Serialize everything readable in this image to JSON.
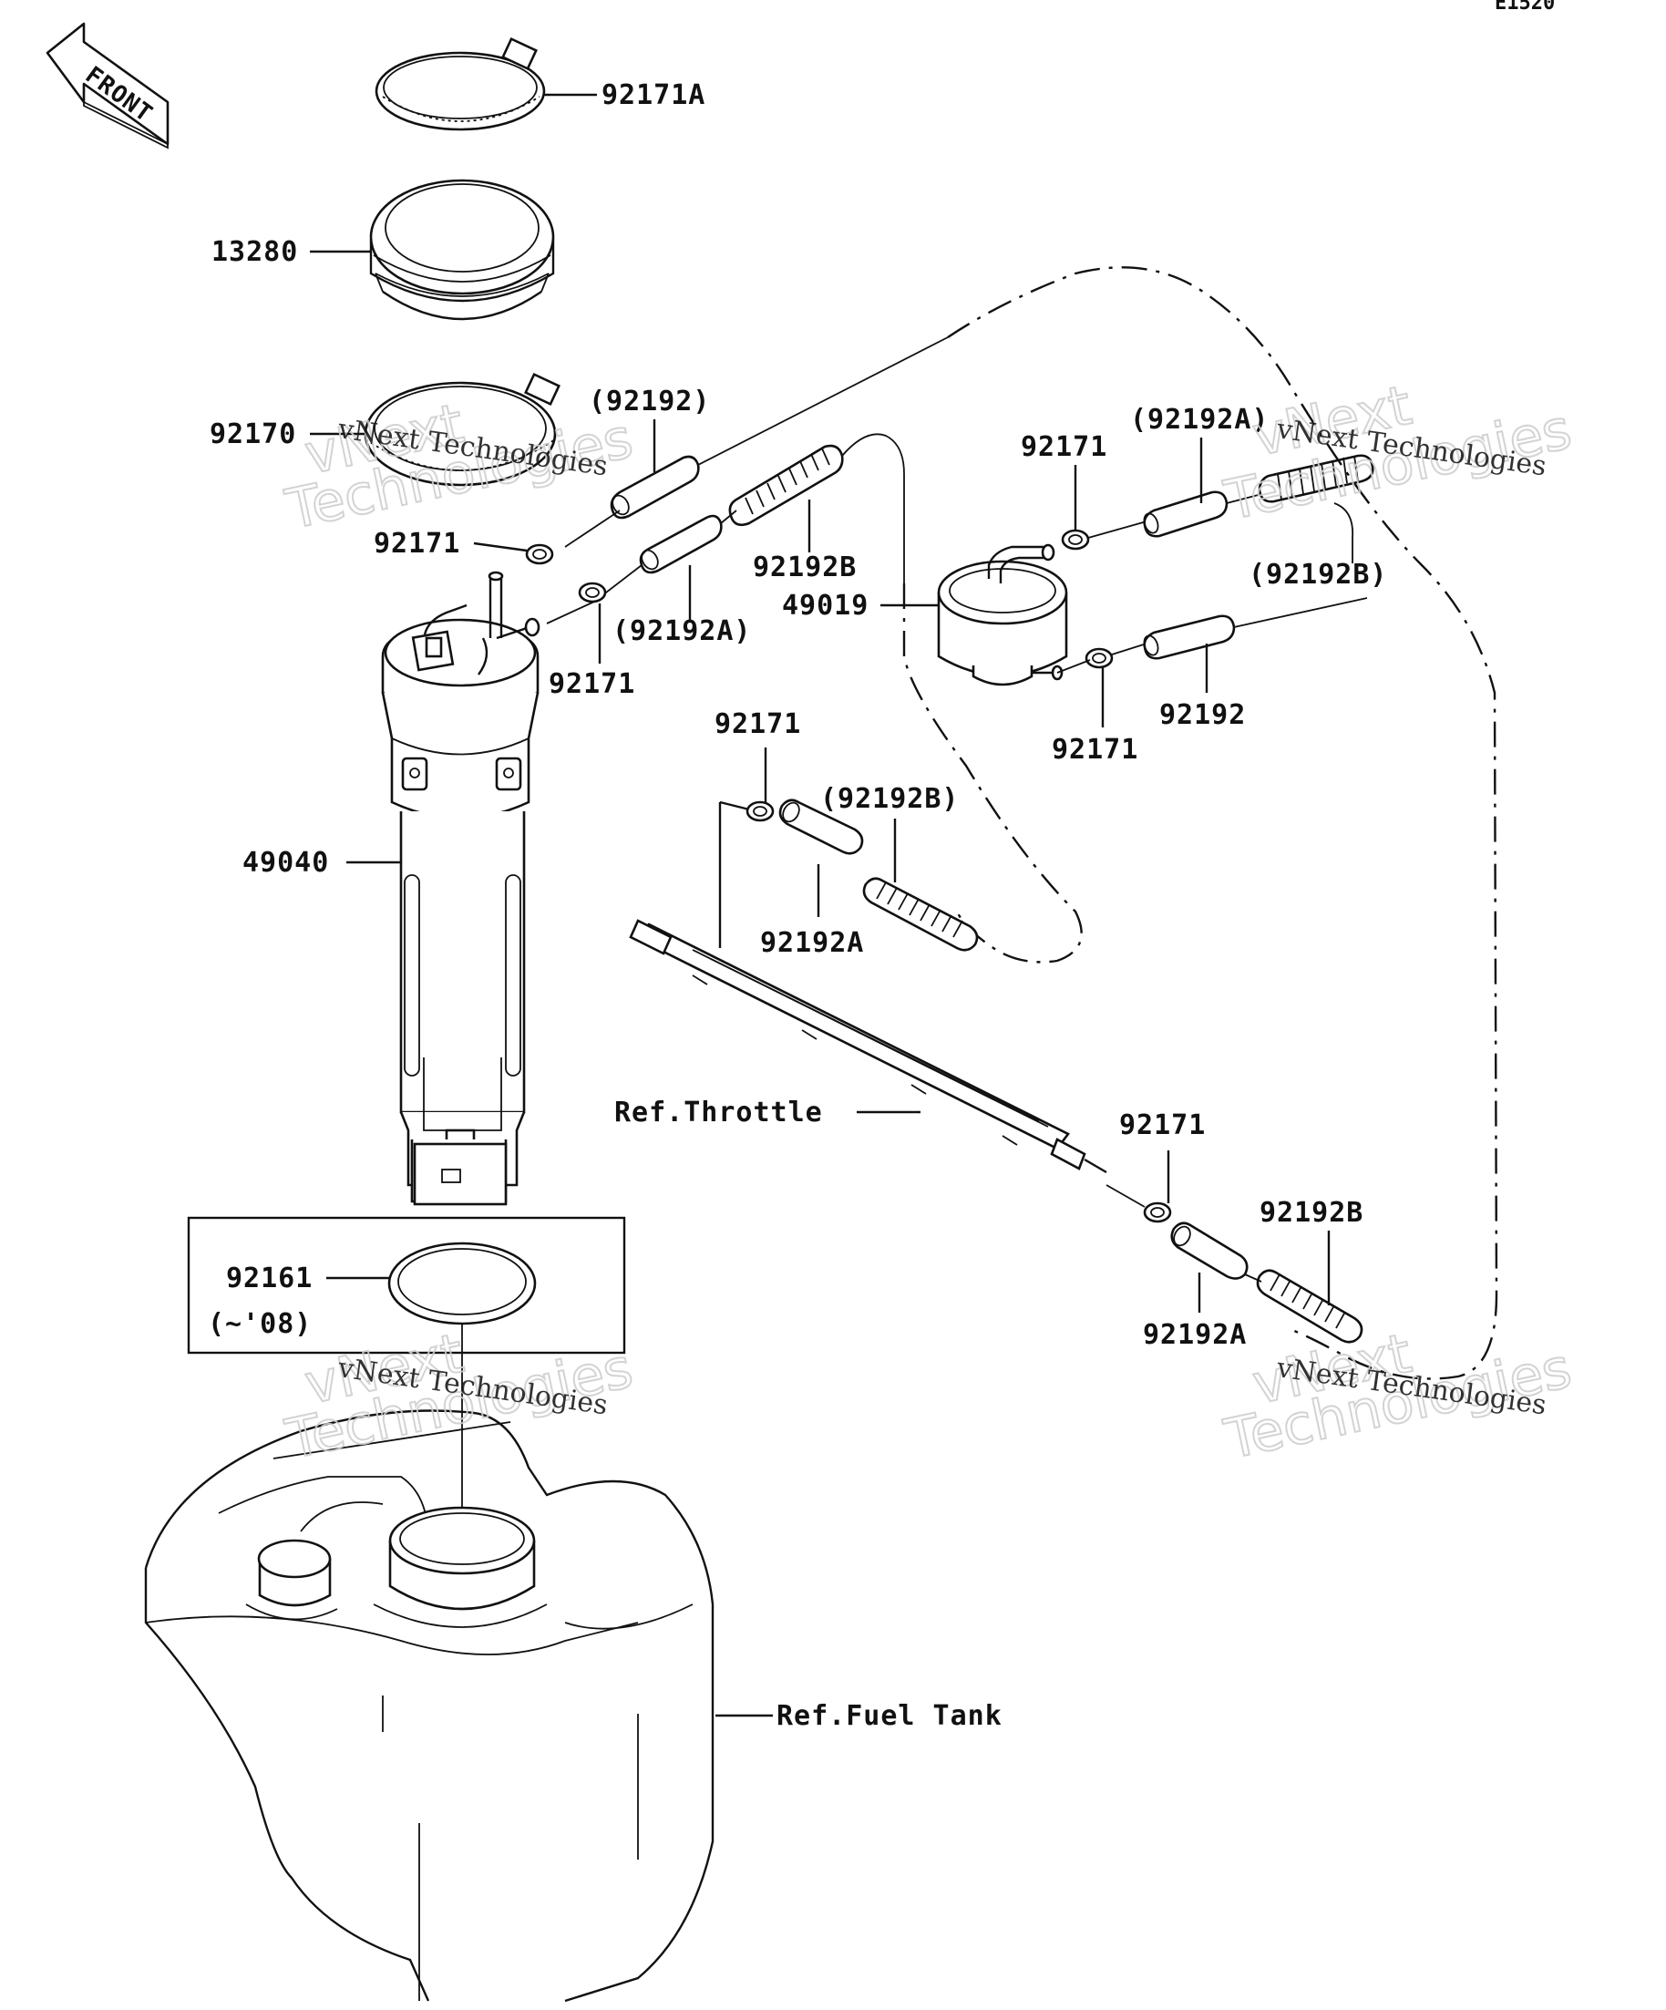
{
  "diagram": {
    "code": "E1520",
    "front_label": "FRONT",
    "labels": {
      "p92171A": "92171A",
      "p13280": "13280",
      "p92170": "92170",
      "p92192_top": "(92192)",
      "p92171_a": "92171",
      "p92192B_a": "92192B",
      "p92192A_a": "(92192A)",
      "p92171_b": "92171",
      "p49019": "49019",
      "p92171_c": "92171",
      "p92192A_b": "(92192A)",
      "p92192B_b": "(92192B)",
      "p92171_d": "92171",
      "p92192_b": "92192",
      "p92171_e": "92171",
      "p92192B_c": "(92192B)",
      "p92192A_c": "92192A",
      "p49040": "49040",
      "ref_throttle": "Ref.Throttle",
      "p92171_f": "92171",
      "p92192B_d": "92192B",
      "p92192A_d": "92192A",
      "p92161": "92161",
      "p92161_note": "(~'08)",
      "ref_fuel_tank": "Ref.Fuel Tank"
    },
    "watermark": {
      "line1": "vNext Technologies",
      "big1": "vNext",
      "big2": "Technologies"
    }
  }
}
